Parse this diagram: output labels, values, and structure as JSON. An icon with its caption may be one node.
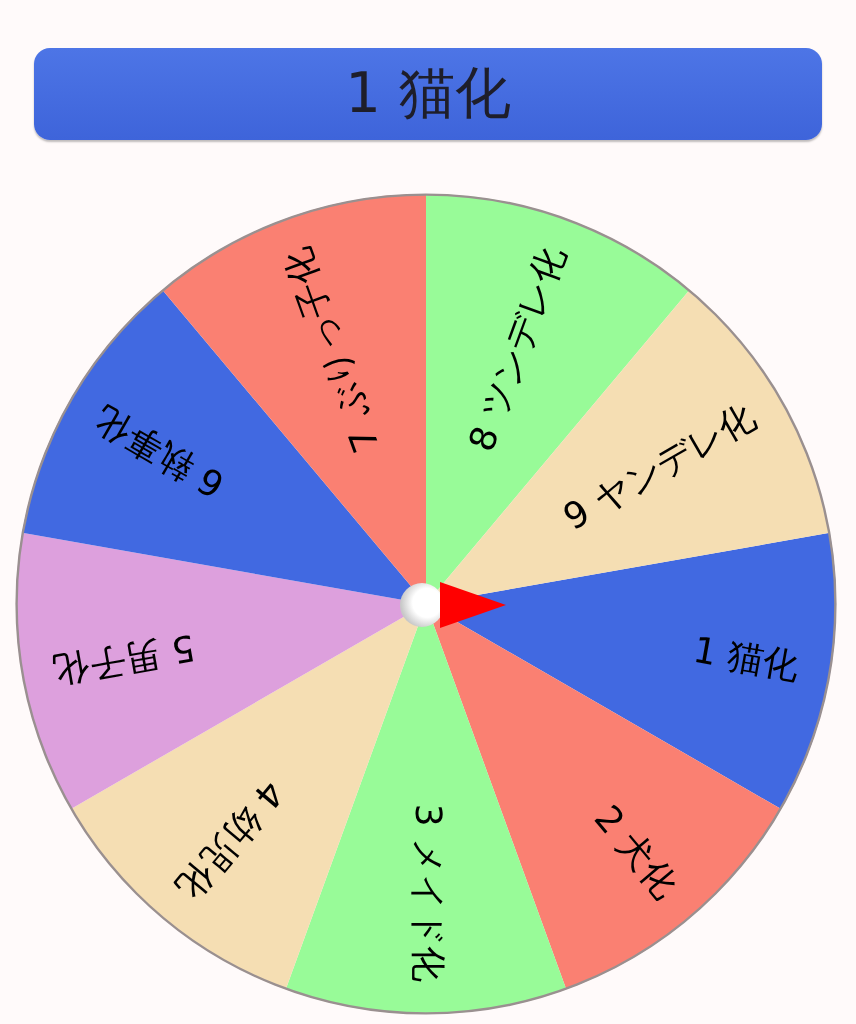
{
  "diagram": {
    "nodes": [
      {
        "text": [
          "1 猫化"
        ]
      },
      {
        "text": [
          "1 猫化"
        ]
      },
      {
        "text": [
          "2 犬化"
        ]
      },
      {
        "text": [
          "3 メイド化"
        ]
      },
      {
        "text": [
          "4 幼児化"
        ]
      },
      {
        "text": [
          "5 男子化"
        ]
      },
      {
        "text": [
          "6 執事化"
        ]
      },
      {
        "text": [
          "7 ぶりっ子化"
        ]
      },
      {
        "text": [
          "8 ツンデレ化"
        ]
      },
      {
        "text": [
          "9 ヤンデレ化"
        ]
      }
    ]
  }
}
